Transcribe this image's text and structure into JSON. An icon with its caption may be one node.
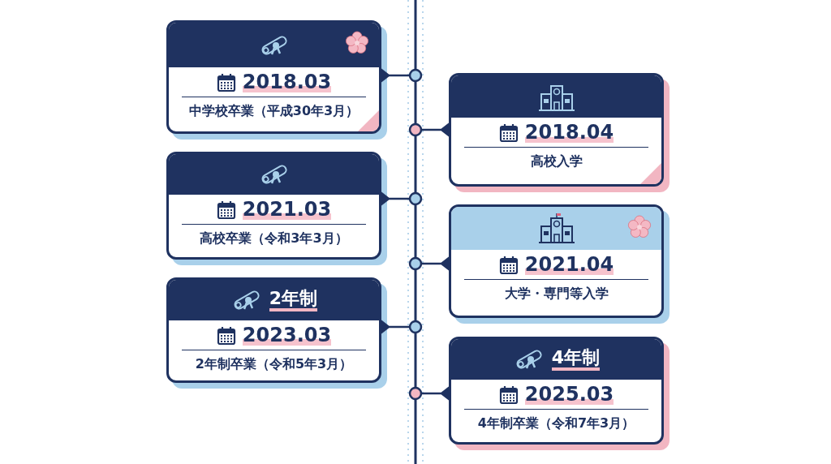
{
  "diagram": {
    "nodes": [
      {
        "text": [
          "2018.03",
          "中学校卒業（平成30年3月）"
        ]
      },
      {
        "text": [
          "2018.04",
          "高校入学"
        ]
      },
      {
        "text": [
          "2021.03",
          "高校卒業（令和3年3月）"
        ]
      },
      {
        "text": [
          "2021.04",
          "大学・専門等入学"
        ]
      },
      {
        "text": [
          "2年制",
          "2023.03",
          "2年制卒業（令和5年3月）"
        ]
      },
      {
        "text": [
          "4年制",
          "2025.03",
          "4年制卒業（令和7年3月）"
        ]
      },
      {
        "text": [],
        "shape": "circle"
      },
      {
        "text": [],
        "shape": "circle"
      },
      {
        "text": [],
        "shape": "circle"
      },
      {
        "text": [],
        "shape": "circle"
      },
      {
        "text": [],
        "shape": "circle"
      },
      {
        "text": [],
        "shape": "circle"
      }
    ],
    "edges": [
      {
        "from": 0,
        "to": 6,
        "arrow": "other"
      },
      {
        "from": 1,
        "to": 7,
        "arrow": "other"
      },
      {
        "from": 2,
        "to": 8,
        "arrow": "other"
      },
      {
        "from": 3,
        "to": 9,
        "arrow": "other"
      },
      {
        "from": 4,
        "to": 10,
        "arrow": "other"
      },
      {
        "from": 5,
        "to": 11,
        "arrow": "other"
      }
    ]
  }
}
